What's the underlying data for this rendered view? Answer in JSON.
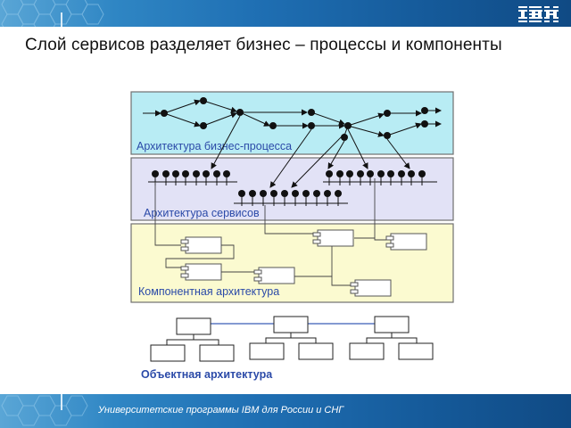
{
  "slide": {
    "title": "Слой сервисов разделяет бизнес – процессы и компоненты",
    "footer": "Университетские программы IBM для России и СНГ",
    "logo_text": "IBM"
  },
  "diagram": {
    "layers": [
      {
        "label": "Архитектура бизнес-процесса",
        "fill": "#b8ecf4"
      },
      {
        "label": "Архитектура сервисов",
        "fill": "#e2e2f6"
      },
      {
        "label": "Компонентная архитектура",
        "fill": "#fbfad0"
      }
    ],
    "object_label": "Объектная архитектура"
  },
  "colors": {
    "bar_dark": "#104a84",
    "bar_light": "#5aa6d6",
    "label_blue": "#2b4aa8",
    "layer_border": "#707070"
  }
}
